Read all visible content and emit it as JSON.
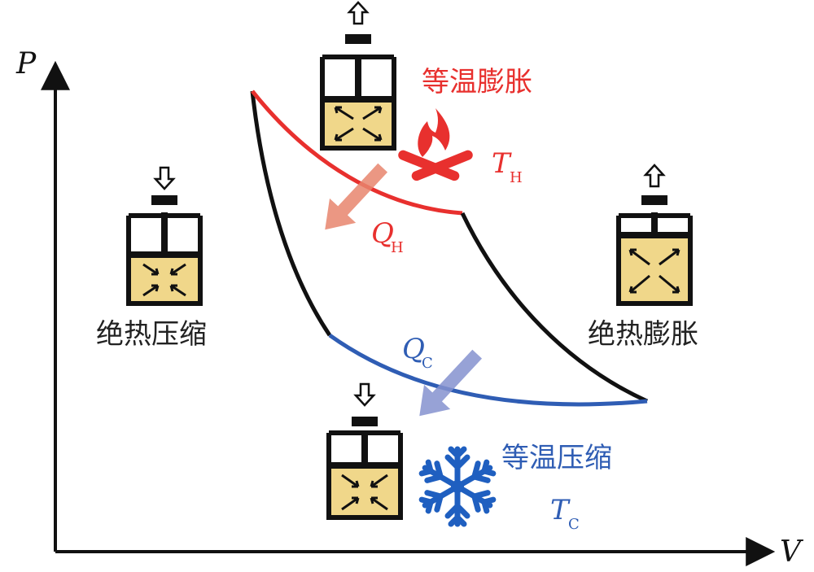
{
  "axes": {
    "x_label": "V",
    "y_label": "P"
  },
  "processes": {
    "isothermal_expansion": "等温膨胀",
    "adiabatic_expansion": "绝热膨胀",
    "isothermal_compression": "等温压缩",
    "adiabatic_compression": "绝热压缩"
  },
  "symbols": {
    "hot_temp": {
      "var": "T",
      "sub": "H"
    },
    "cold_temp": {
      "var": "T",
      "sub": "C"
    },
    "heat_hot": {
      "var": "Q",
      "sub": "H"
    },
    "heat_cold": {
      "var": "Q",
      "sub": "C"
    }
  },
  "colors": {
    "hot": "#e8302e",
    "cold": "#2f5db4",
    "adiabat": "#111111",
    "gas": "#f0d78a",
    "heat_arrow_hot": "#e8856d",
    "heat_arrow_cold": "#8592cf",
    "snowflake": "#1f5fc0"
  },
  "icons": {
    "flame": "flame-icon",
    "snowflake": "snowflake-icon",
    "piston_up": "arrow-up-icon",
    "piston_down": "arrow-down-icon"
  }
}
